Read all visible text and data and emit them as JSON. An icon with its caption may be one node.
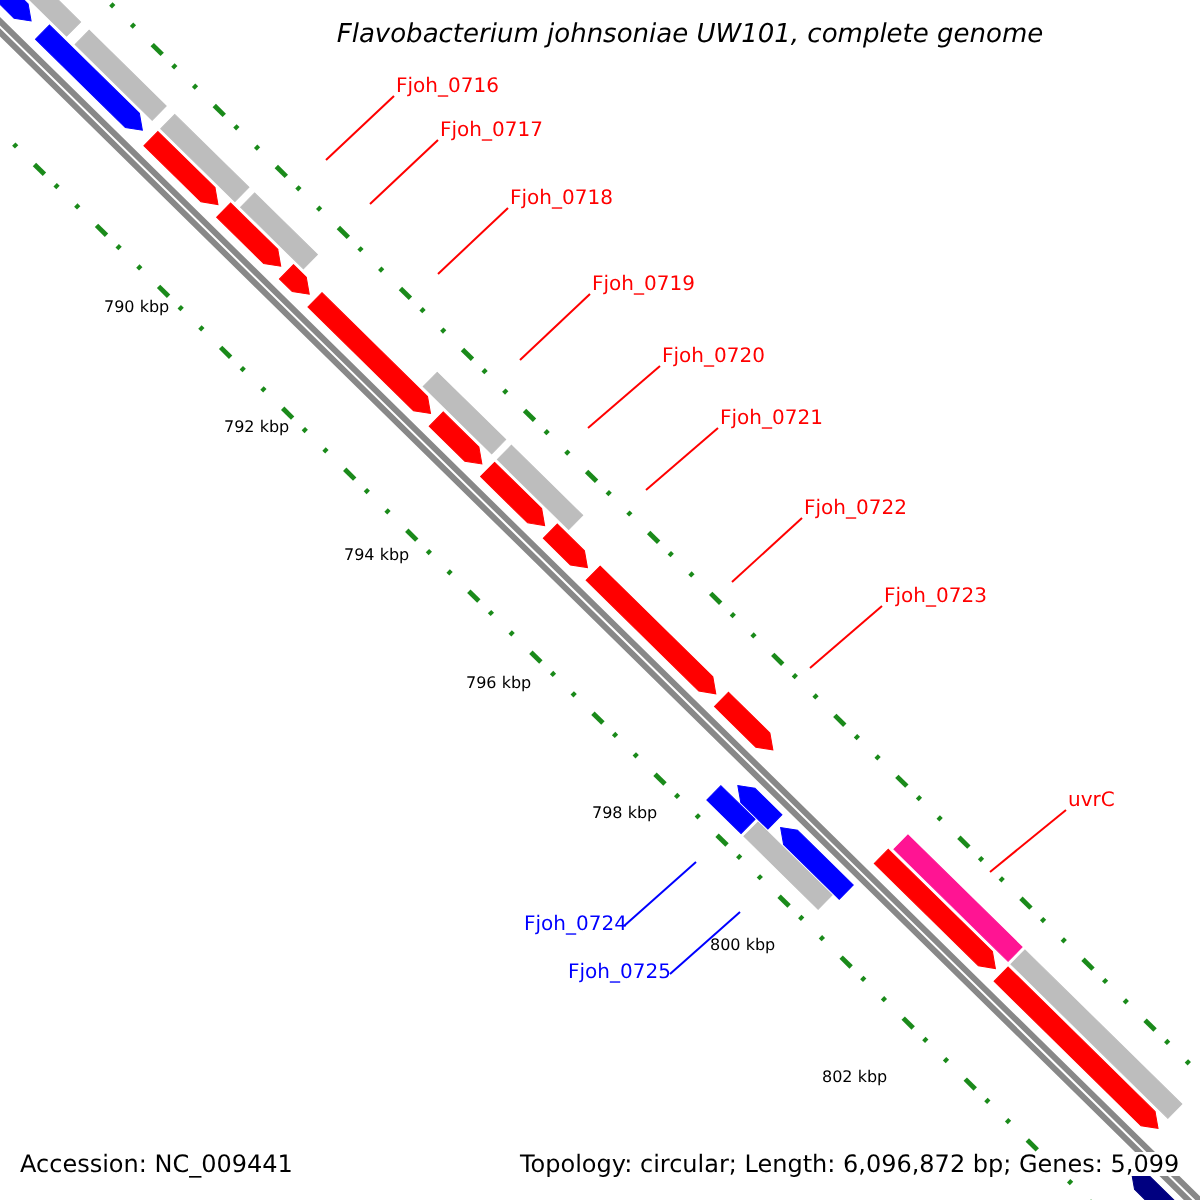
{
  "diagram": {
    "title": "Flavobacterium johnsoniae UW101, complete genome",
    "nodes": [
      {
        "text": [
          "Fjoh_0716"
        ]
      },
      {
        "text": [
          "Fjoh_0717"
        ]
      },
      {
        "text": [
          "Fjoh_0718"
        ]
      },
      {
        "text": [
          "Fjoh_0719"
        ]
      },
      {
        "text": [
          "Fjoh_0720"
        ]
      },
      {
        "text": [
          "Fjoh_0721"
        ]
      },
      {
        "text": [
          "Fjoh_0722"
        ]
      },
      {
        "text": [
          "Fjoh_0723"
        ]
      },
      {
        "text": [
          "uvrC"
        ]
      },
      {
        "text": [
          "Fjoh_0724"
        ]
      },
      {
        "text": [
          "Fjoh_0725"
        ]
      }
    ],
    "edges": [
      {
        "from": 0,
        "to": null,
        "arrow": "none"
      },
      {
        "from": 1,
        "to": null,
        "arrow": "none"
      },
      {
        "from": 2,
        "to": null,
        "arrow": "none"
      },
      {
        "from": 3,
        "to": null,
        "arrow": "none"
      },
      {
        "from": 4,
        "to": null,
        "arrow": "none"
      },
      {
        "from": 5,
        "to": null,
        "arrow": "none"
      },
      {
        "from": 6,
        "to": null,
        "arrow": "none"
      },
      {
        "from": 7,
        "to": null,
        "arrow": "none"
      },
      {
        "from": 8,
        "to": null,
        "arrow": "none"
      },
      {
        "from": 9,
        "to": null,
        "arrow": "none",
        "color": "#0000ff"
      },
      {
        "from": 10,
        "to": null,
        "arrow": "none",
        "color": "#0000ff"
      }
    ],
    "labels": [
      "790 kbp",
      "792 kbp",
      "794 kbp",
      "796 kbp",
      "798 kbp",
      "800 kbp",
      "802 kbp",
      "Accession: NC_009441",
      "Topology: circular; Length: 6,096,872 bp; Genes: 5,099"
    ]
  }
}
